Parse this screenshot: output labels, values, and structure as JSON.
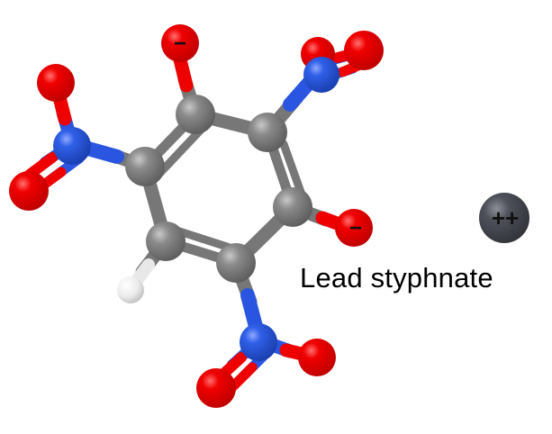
{
  "title": "Lead styphnate",
  "colors": {
    "carbon": "#7a7a7a",
    "oxygen": "#ee0000",
    "nitrogen": "#2a55e0",
    "hydrogen": "#f2f2f2",
    "lead": "#4a4d55",
    "background": "#ffffff"
  },
  "charges": {
    "phenolate_top": "−",
    "phenolate_right": "−",
    "lead_ion": "++"
  },
  "structure": {
    "ring_atoms": [
      "C",
      "C",
      "C",
      "C",
      "C",
      "C"
    ],
    "substituents": [
      "O−",
      "NO2",
      "O−",
      "NO2",
      "H",
      "NO2"
    ],
    "counter_ion": "Pb2+"
  }
}
